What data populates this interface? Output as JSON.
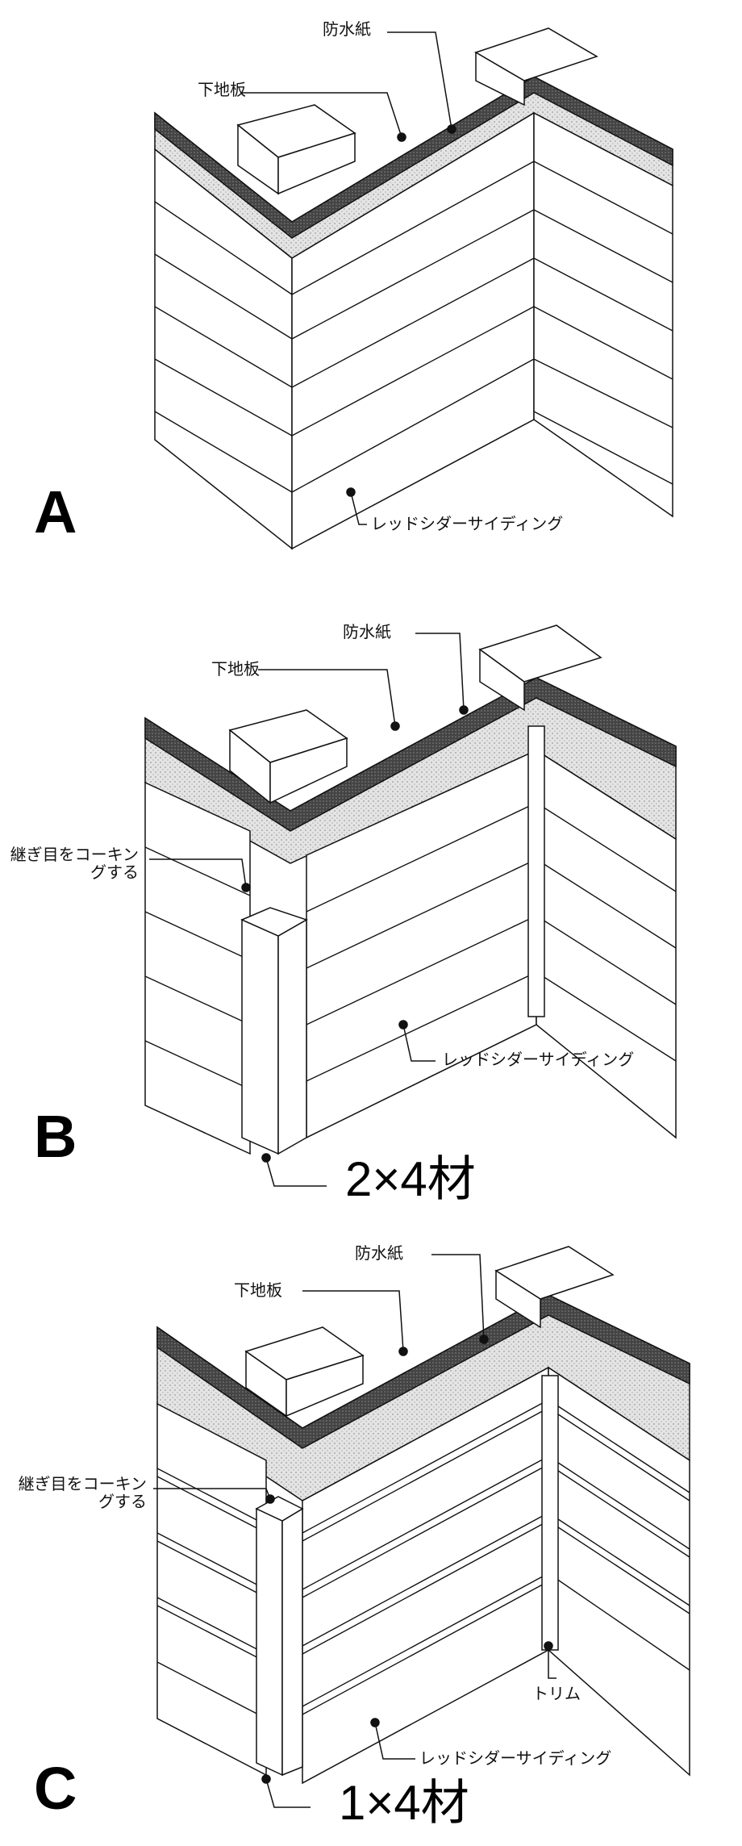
{
  "panels": {
    "a": {
      "letter": "A",
      "labels": {
        "waterproof_paper": "防水紙",
        "sheathing": "下地板",
        "siding": "レッドシダーサイディング"
      }
    },
    "b": {
      "letter": "B",
      "labels": {
        "waterproof_paper": "防水紙",
        "sheathing": "下地板",
        "caulk": "継ぎ目をコーキングする",
        "siding": "レッドシダーサイディング"
      },
      "size_label": "2×4材"
    },
    "c": {
      "letter": "C",
      "labels": {
        "waterproof_paper": "防水紙",
        "sheathing": "下地板",
        "caulk": "継ぎ目をコーキングする",
        "trim": "トリム",
        "siding": "レッドシダーサイディング"
      },
      "size_label": "1×4材"
    }
  }
}
